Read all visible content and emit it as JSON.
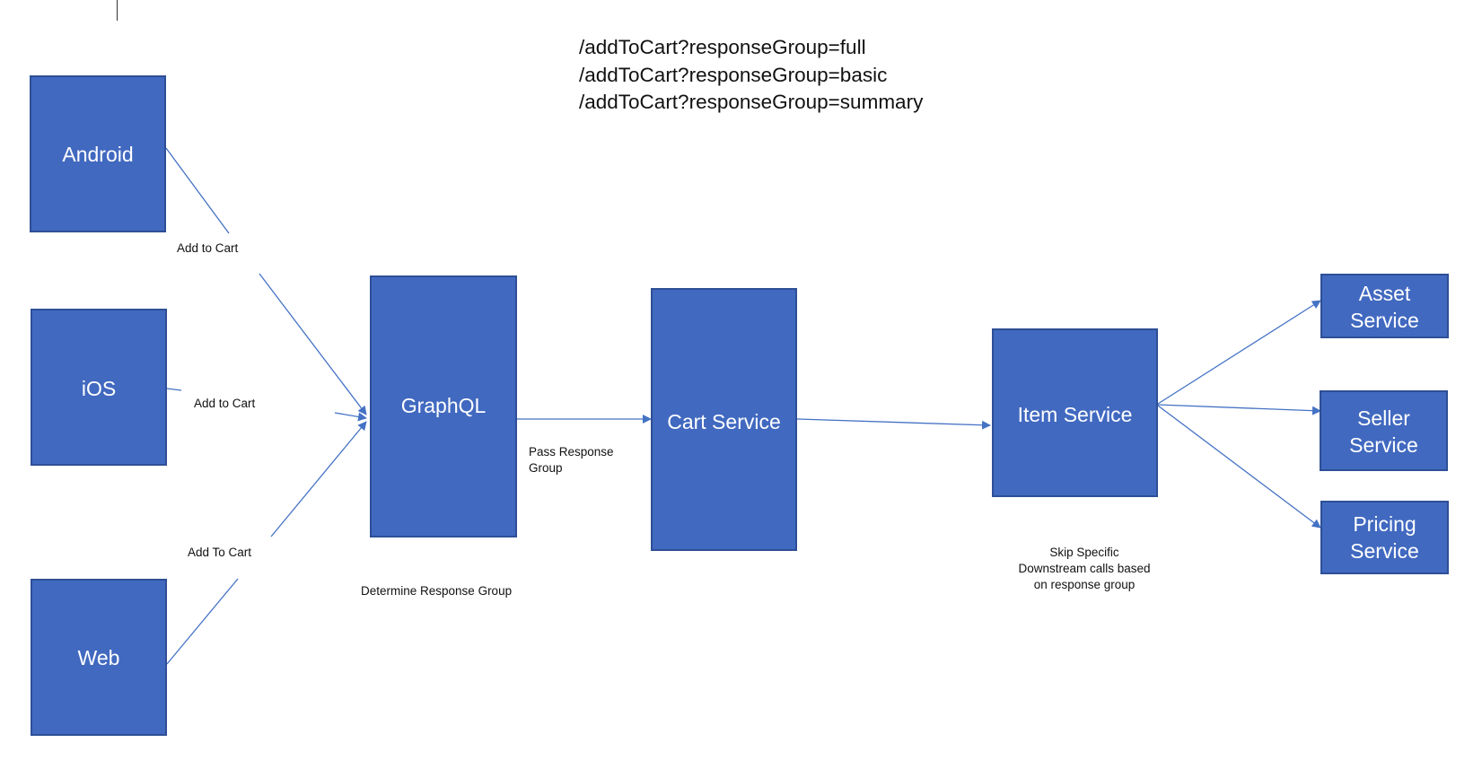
{
  "urls": [
    "/addToCart?responseGroup=full",
    "/addToCart?responseGroup=basic",
    "/addToCart?responseGroup=summary"
  ],
  "nodes": {
    "android": "Android",
    "ios": "iOS",
    "web": "Web",
    "graphql": "GraphQL",
    "cart_service": "Cart Service",
    "item_service": "Item Service",
    "asset_service": [
      "Asset",
      "Service"
    ],
    "seller_service": [
      "Seller",
      "Service"
    ],
    "pricing_service": [
      "Pricing",
      "Service"
    ]
  },
  "edge_labels": {
    "android_add": "Add to Cart",
    "ios_add": "Add to Cart",
    "web_add": "Add To Cart",
    "pass_response": [
      "Pass Response",
      "Group"
    ],
    "determine_response": "Determine Response Group",
    "skip_specific": [
      "Skip Specific",
      "Downstream calls based",
      "on response group"
    ]
  },
  "colors": {
    "box_fill": "#4169c0",
    "box_border": "#2e4f96",
    "edge": "#4472c4"
  }
}
